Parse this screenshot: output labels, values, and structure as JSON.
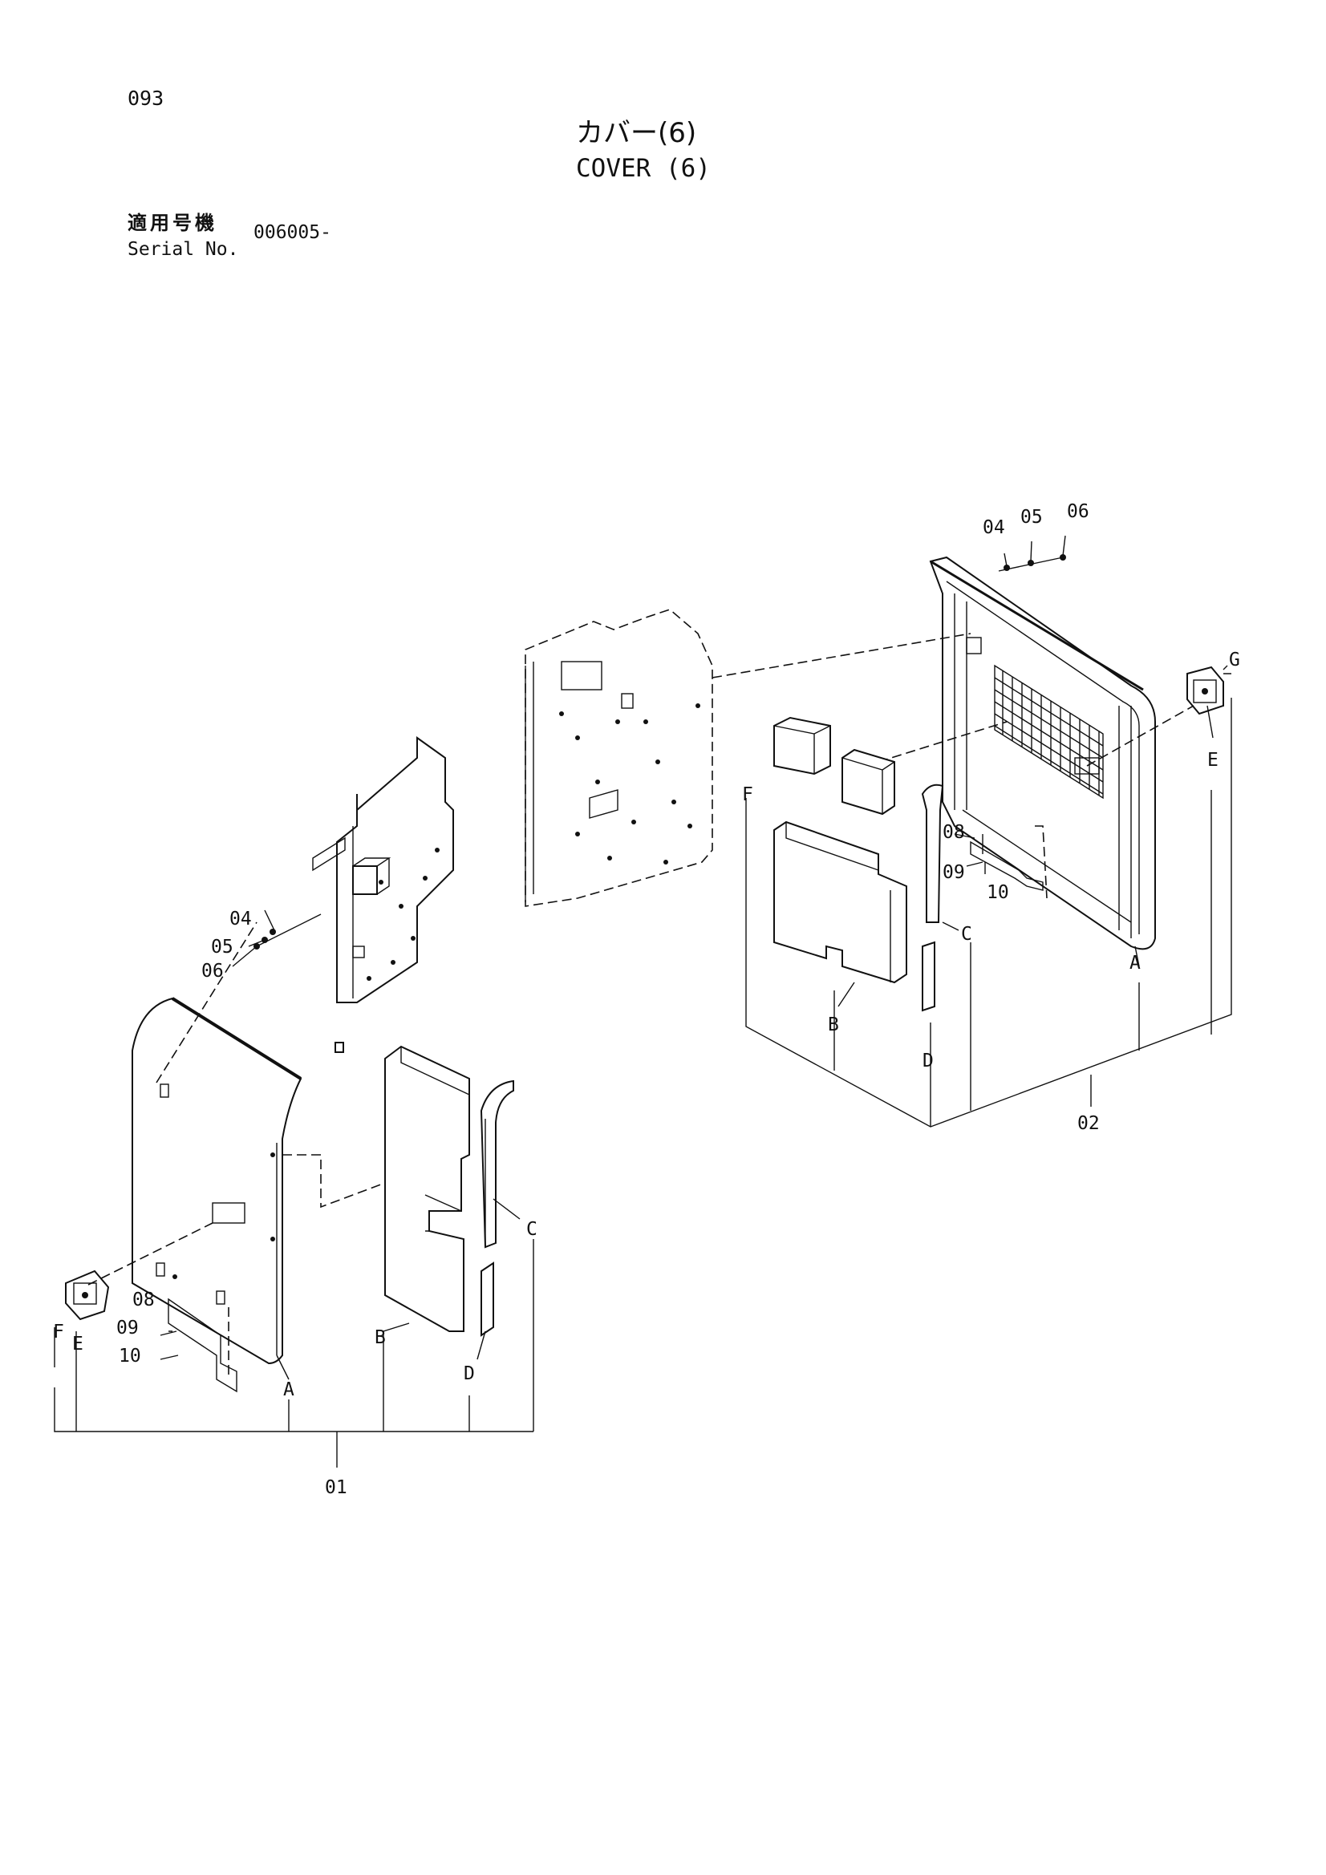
{
  "page": {
    "number": "093",
    "title_jp": "カバー(6)",
    "title_en": "COVER (6)",
    "serial_label_jp": "適用号機",
    "serial_label_en": "Serial No.",
    "serial_value": "006005-"
  },
  "callouts": {
    "left": {
      "p04": "04",
      "p05": "05",
      "p06": "06",
      "p08": "08",
      "p09": "09",
      "p10": "10",
      "A": "A",
      "B": "B",
      "C": "C",
      "D": "D",
      "E": "E",
      "F": "F",
      "assembly": "01"
    },
    "right": {
      "p04": "04",
      "p05": "05",
      "p06": "06",
      "p08": "08",
      "p09": "09",
      "p10": "10",
      "A": "A",
      "B": "B",
      "C": "C",
      "D": "D",
      "E": "E",
      "F": "F",
      "G": "G",
      "assembly": "02"
    }
  }
}
